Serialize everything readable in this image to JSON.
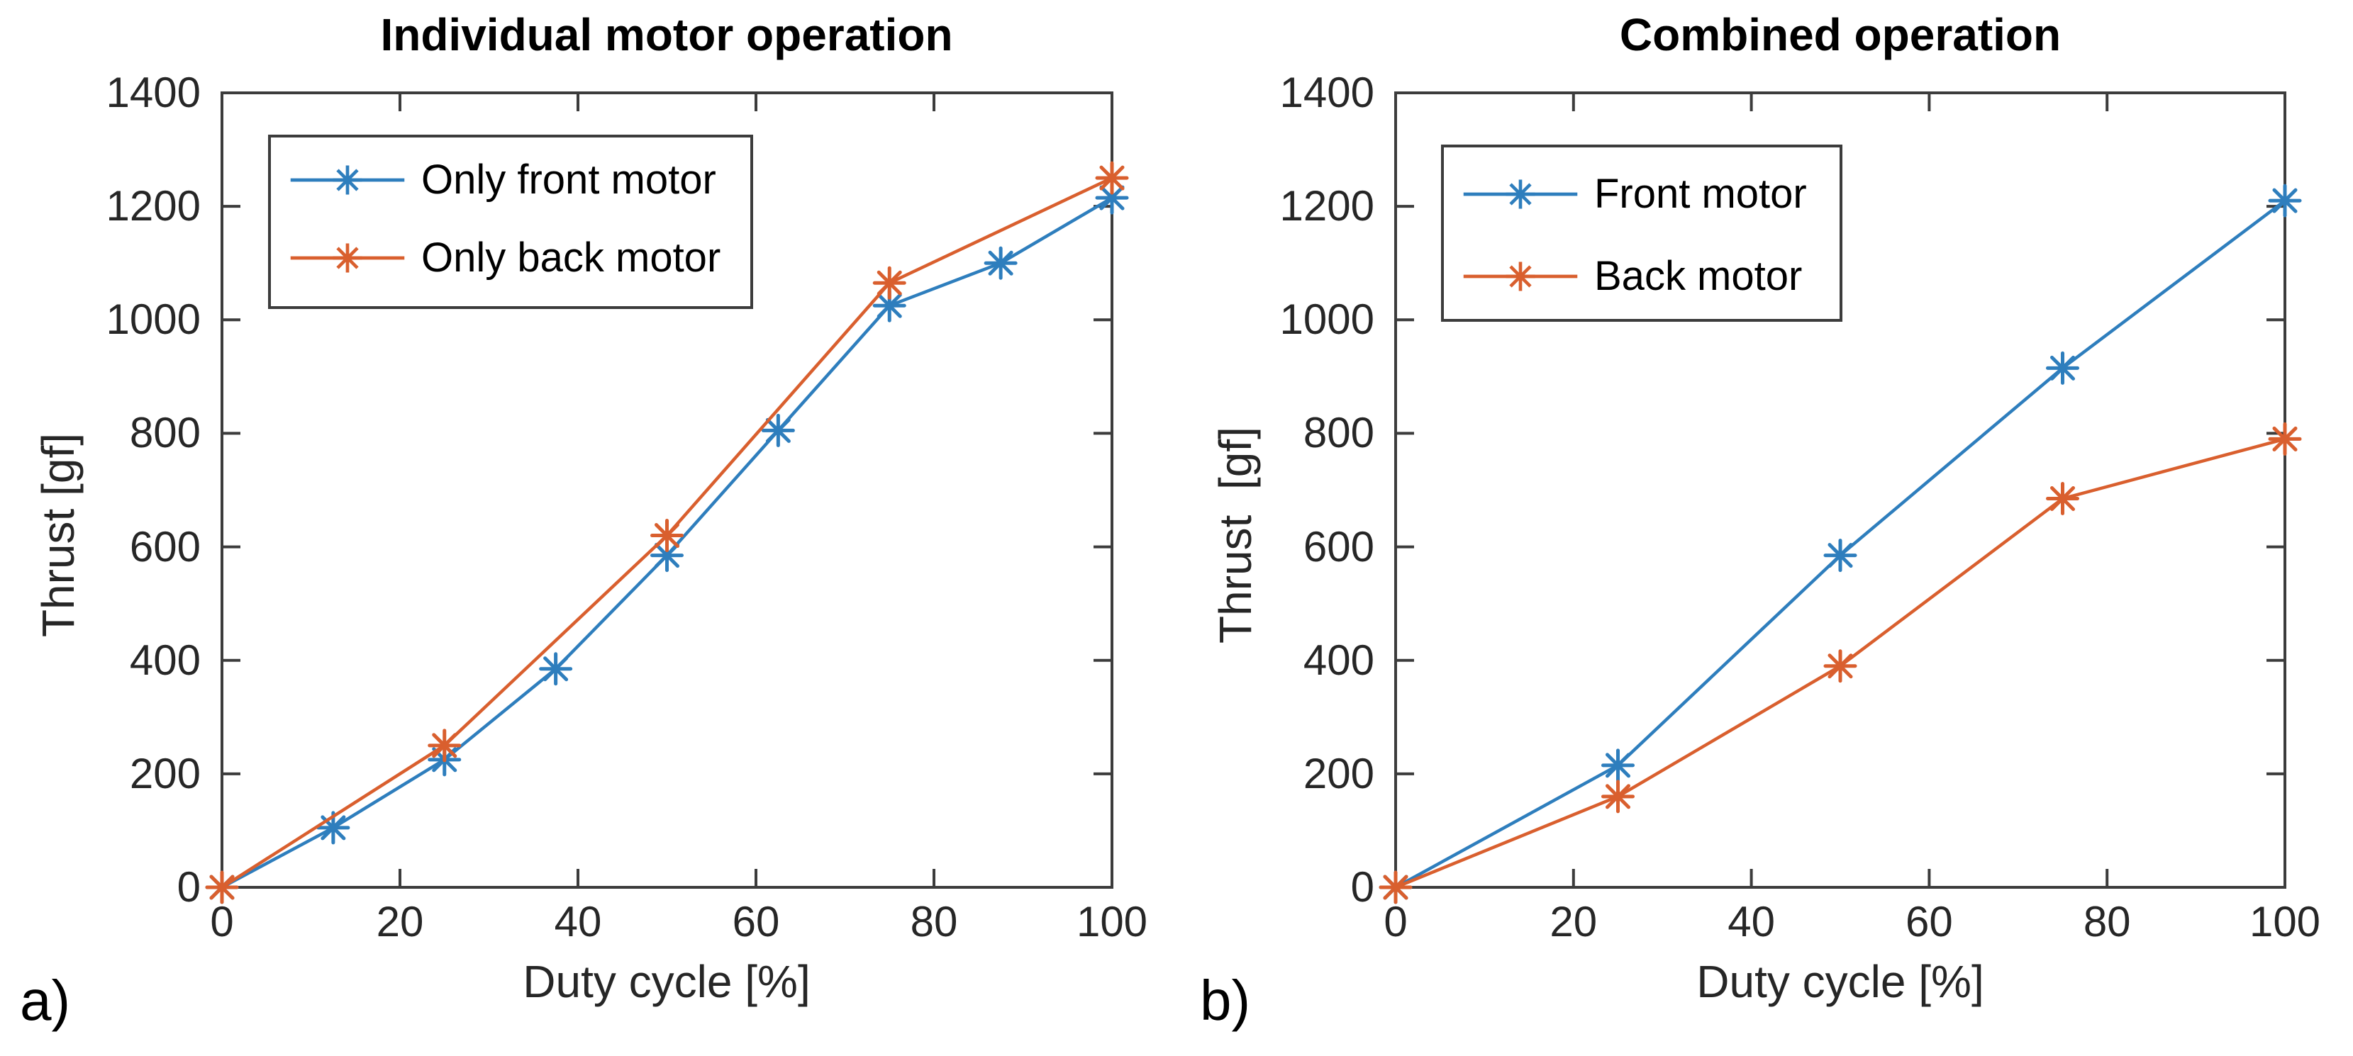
{
  "figure": {
    "panel_labels": {
      "a": "a)",
      "b": "b)"
    }
  },
  "colors": {
    "front_motor": "#2E7EBD",
    "back_motor": "#D95F2E",
    "axis": "#3C3C3C",
    "tick_text": "#262626"
  },
  "chart_data": [
    {
      "type": "line",
      "title": "Individual motor operation",
      "xlabel": "Duty cycle [%]",
      "ylabel": "Thrust [gf]",
      "xlim": [
        0,
        100
      ],
      "ylim": [
        0,
        1400
      ],
      "xticks": [
        0,
        20,
        40,
        60,
        80,
        100
      ],
      "yticks": [
        0,
        200,
        400,
        600,
        800,
        1000,
        1200,
        1400
      ],
      "grid": false,
      "legend_position": "upper left inside",
      "marker": "asterisk",
      "series": [
        {
          "name": "Only front motor",
          "color_key": "front_motor",
          "x": [
            0,
            12.5,
            25,
            37.5,
            50,
            62.5,
            75,
            87.5,
            100
          ],
          "y": [
            0,
            105,
            225,
            385,
            585,
            805,
            1025,
            1100,
            1215
          ]
        },
        {
          "name": "Only back motor",
          "color_key": "back_motor",
          "x": [
            0,
            25,
            50,
            75,
            100
          ],
          "y": [
            0,
            250,
            620,
            1065,
            1250
          ]
        }
      ]
    },
    {
      "type": "line",
      "title": "Combined operation",
      "xlabel": "Duty cycle [%]",
      "ylabel": "Thrust  [gf]",
      "xlim": [
        0,
        100
      ],
      "ylim": [
        0,
        1400
      ],
      "xticks": [
        0,
        20,
        40,
        60,
        80,
        100
      ],
      "yticks": [
        0,
        200,
        400,
        600,
        800,
        1000,
        1200,
        1400
      ],
      "grid": false,
      "legend_position": "upper left inside",
      "marker": "asterisk",
      "series": [
        {
          "name": "Front motor",
          "color_key": "front_motor",
          "x": [
            0,
            25,
            50,
            75,
            100
          ],
          "y": [
            0,
            215,
            585,
            915,
            1210
          ]
        },
        {
          "name": "Back motor",
          "color_key": "back_motor",
          "x": [
            0,
            25,
            50,
            75,
            100
          ],
          "y": [
            0,
            160,
            390,
            685,
            790
          ]
        }
      ]
    }
  ]
}
